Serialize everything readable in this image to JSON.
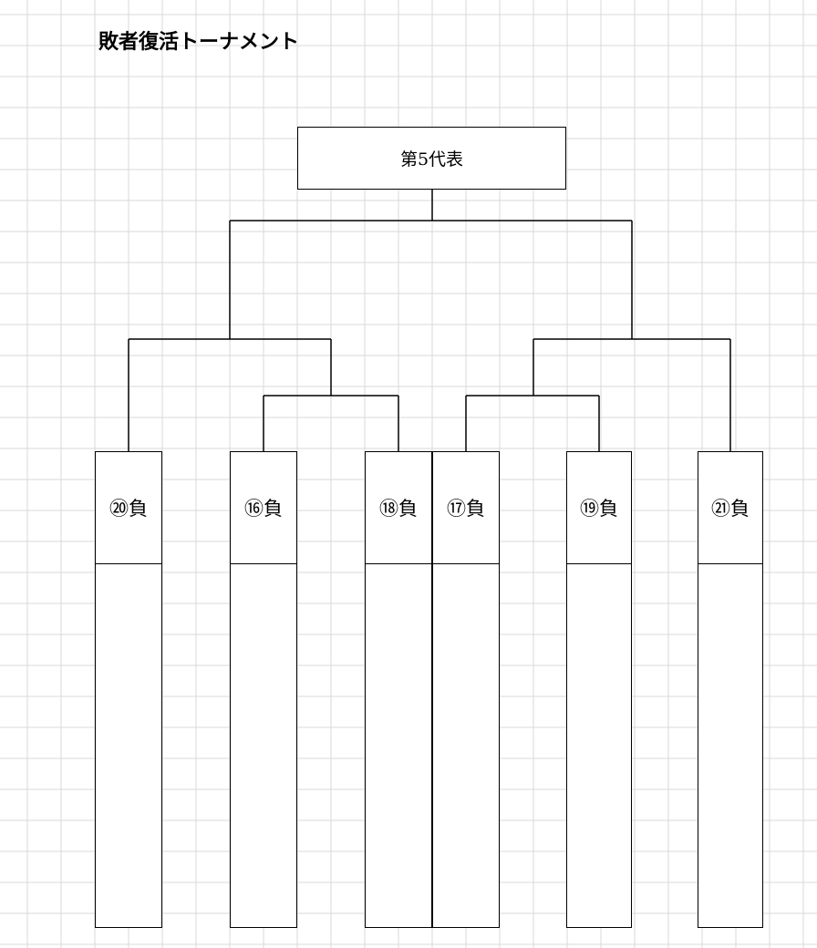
{
  "page": {
    "title": "敗者復活トーナメント"
  },
  "tournament": {
    "champion_label": "第5代表",
    "entries": [
      {
        "id": "e1",
        "label": "⑳負"
      },
      {
        "id": "e2",
        "label": "⑯負"
      },
      {
        "id": "e3",
        "label": "⑱負"
      },
      {
        "id": "e4",
        "label": "⑰負"
      },
      {
        "id": "e5",
        "label": "⑲負"
      },
      {
        "id": "e6",
        "label": "㉑負"
      }
    ]
  },
  "colors": {
    "grid_line": "#d9d9d9",
    "bracket_line": "#000000",
    "background": "#ffffff"
  }
}
